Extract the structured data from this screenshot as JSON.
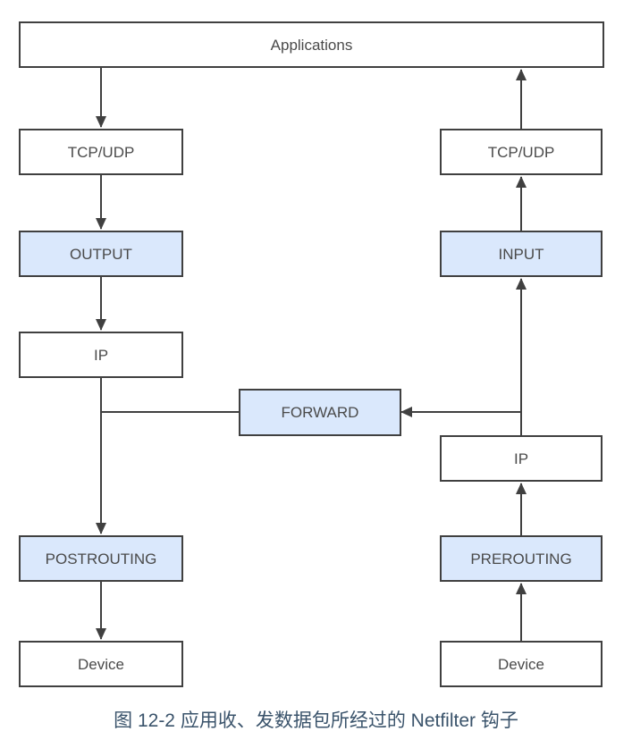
{
  "figure": {
    "caption": "图 12-2 应用收、发数据包所经过的 Netfilter 钩子"
  },
  "colors": {
    "hook_fill": "#dae8fc",
    "node_fill": "#ffffff",
    "box_border": "#404040",
    "line": "#404040",
    "node_text": "#4a4a4a",
    "caption_text": "#3a536b",
    "background": "#ffffff"
  },
  "diagram": {
    "nodes": {
      "applications": "Applications",
      "tcp_udp_out": "TCP/UDP",
      "output_hook": "OUTPUT",
      "ip_out": "IP",
      "postrouting_hook": "POSTROUTING",
      "device_out": "Device",
      "tcp_udp_in": "TCP/UDP",
      "input_hook": "INPUT",
      "ip_in": "IP",
      "prerouting_hook": "PREROUTING",
      "device_in": "Device",
      "forward_hook": "FORWARD"
    }
  }
}
